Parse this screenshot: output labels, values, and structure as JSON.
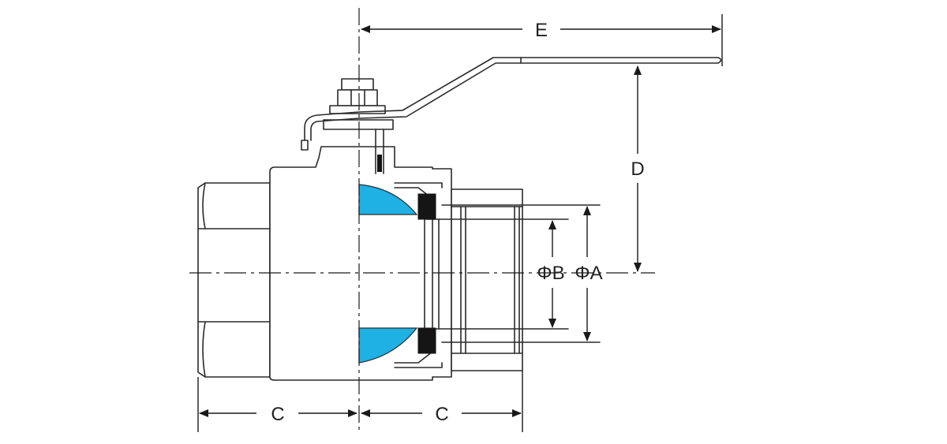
{
  "labels": {
    "E": "E",
    "D": "D",
    "C_left": "C",
    "C_right": "C",
    "phiB": "ΦB",
    "phiA": "ΦA"
  },
  "colors": {
    "ball": "#1fb1e3",
    "seat": "#151515",
    "line": "#2a2a2a"
  }
}
